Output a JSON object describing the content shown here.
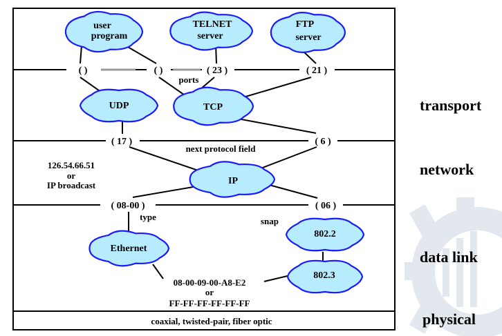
{
  "colors": {
    "cloud_fill": "#b7ecff",
    "cloud_stroke": "#1a1aff",
    "line": "#000000",
    "gray_line": "#9a9a9a",
    "watermark": "#e3e8ef"
  },
  "clouds": {
    "user_program": [
      "user",
      "program"
    ],
    "telnet_server": [
      "TELNET",
      "server"
    ],
    "ftp_server": [
      "FTP",
      "server"
    ],
    "udp": [
      "UDP"
    ],
    "tcp": [
      "TCP"
    ],
    "ip": [
      "IP"
    ],
    "ethernet": [
      "Ethernet"
    ],
    "ieee_8022": [
      "802.2"
    ],
    "ieee_8023": [
      "802.3"
    ]
  },
  "ports": {
    "port_a": "(  )",
    "port_b": "(  )",
    "port_23": "( 23 )",
    "port_21": "( 21 )",
    "proto_17": "( 17 )",
    "proto_6": "( 6 )",
    "type_0800": "( 08-00 )",
    "snap_06": "( 06 )"
  },
  "labels": {
    "ports": "ports",
    "next_protocol_field": "next protocol field",
    "ip_address": "126.54.66.51",
    "or_1": "or",
    "ip_broadcast": "IP broadcast",
    "type": "type",
    "snap": "snap",
    "mac_address": "08-00-09-00-A8-E2",
    "or_2": "or",
    "mac_broadcast": "FF-FF-FF-FF-FF-FF",
    "physical_media": "coaxial, twisted-pair, fiber optic"
  },
  "layers": {
    "transport": "transport",
    "network": "network",
    "data_link": "data link",
    "physical": "physical"
  }
}
